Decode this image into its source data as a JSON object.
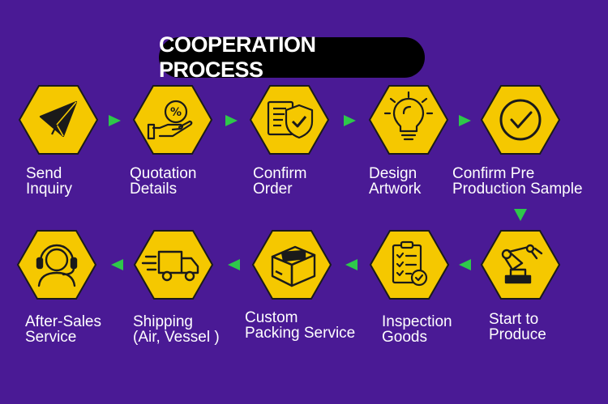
{
  "title": "COOPERATION PROCESS",
  "colors": {
    "background": "#4a1a95",
    "hexagon_fill": "#f5c800",
    "hexagon_stroke": "#1a1a1a",
    "arrow": "#2ec84a",
    "text": "#ffffff",
    "title_bg": "#000000"
  },
  "steps": [
    {
      "label_line1": "Send",
      "label_line2": "Inquiry",
      "icon": "paper-plane-icon"
    },
    {
      "label_line1": "Quotation",
      "label_line2": "Details",
      "icon": "hand-percent-icon"
    },
    {
      "label_line1": "Confirm",
      "label_line2": "Order",
      "icon": "document-shield-icon"
    },
    {
      "label_line1": "Design",
      "label_line2": "Artwork",
      "icon": "lightbulb-icon"
    },
    {
      "label_line1": "Confirm Pre",
      "label_line2": "Production Sample",
      "icon": "check-circle-icon"
    },
    {
      "label_line1": "Start to",
      "label_line2": "Produce",
      "icon": "robot-arm-icon"
    },
    {
      "label_line1": "Inspection",
      "label_line2": "Goods",
      "icon": "clipboard-check-icon"
    },
    {
      "label_line1": "Custom",
      "label_line2": "Packing Service",
      "icon": "box-icon"
    },
    {
      "label_line1": "Shipping",
      "label_line2": "(Air, Vessel )",
      "icon": "truck-icon"
    },
    {
      "label_line1": "After-Sales",
      "label_line2": "Service",
      "icon": "headset-icon"
    }
  ]
}
